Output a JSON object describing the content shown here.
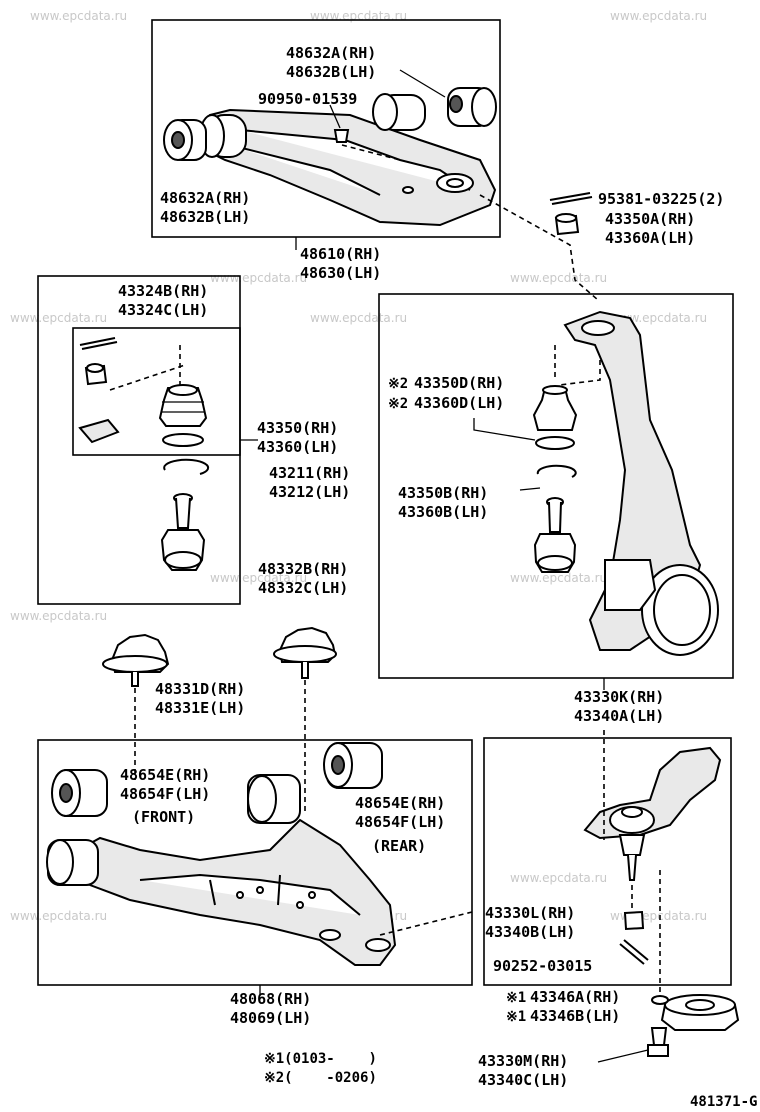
{
  "watermark": "www.epcdata.ru",
  "diagram_code": "481371-G",
  "labels": {
    "upper_arm_bush_top_rh": "48632A(RH)",
    "upper_arm_bush_top_lh": "48632B(LH)",
    "upper_arm_grease_fitting": "90950-01539",
    "upper_arm_bush_left_rh": "48632A(RH)",
    "upper_arm_bush_left_lh": "48632B(LH)",
    "upper_arm_rh": "48610(RH)",
    "upper_arm_lh": "48630(LH)",
    "cotter_pin": "95381-03225(2)",
    "nut_rh": "43350A(RH)",
    "nut_lh": "43360A(LH)",
    "ball_joint_kit_rh": "43324B(RH)",
    "ball_joint_kit_lh": "43324C(LH)",
    "ball_joint_rh": "43350(RH)",
    "ball_joint_lh": "43360(LH)",
    "snap_ring_rh": "43211(RH)",
    "snap_ring_lh": "43212(LH)",
    "boot_d_rh": "43350D(RH)",
    "boot_d_lh": "43360D(LH)",
    "boot_d_mark_1": "※2",
    "boot_d_mark_2": "※2",
    "ring_b_rh": "43350B(RH)",
    "ring_b_lh": "43360B(LH)",
    "bump_stop_b_rh": "48332B(RH)",
    "bump_stop_b_lh": "48332C(LH)",
    "bump_stop_d_rh": "48331D(RH)",
    "bump_stop_d_lh": "48331E(LH)",
    "knuckle_rh": "43330K(RH)",
    "knuckle_lh": "43340A(LH)",
    "lower_bush_front_rh": "48654E(RH)",
    "lower_bush_front_lh": "48654F(LH)",
    "front_tag": "(FRONT)",
    "lower_bush_rear_rh": "48654E(RH)",
    "lower_bush_rear_lh": "48654F(LH)",
    "rear_tag": "(REAR)",
    "lower_ball_joint_rh": "43330L(RH)",
    "lower_ball_joint_lh": "43340B(LH)",
    "lower_bolt": "90252-03015",
    "lower_arm_rh": "48068(RH)",
    "lower_arm_lh": "48069(LH)",
    "cover_rh": "43346A(RH)",
    "cover_lh": "43346B(LH)",
    "cover_mark_1": "※1",
    "cover_mark_2": "※1",
    "lower_nut_rh": "43330M(RH)",
    "lower_nut_lh": "43340C(LH)",
    "note_1": "※1(0103-    )",
    "note_2": "※2(    -0206)"
  }
}
